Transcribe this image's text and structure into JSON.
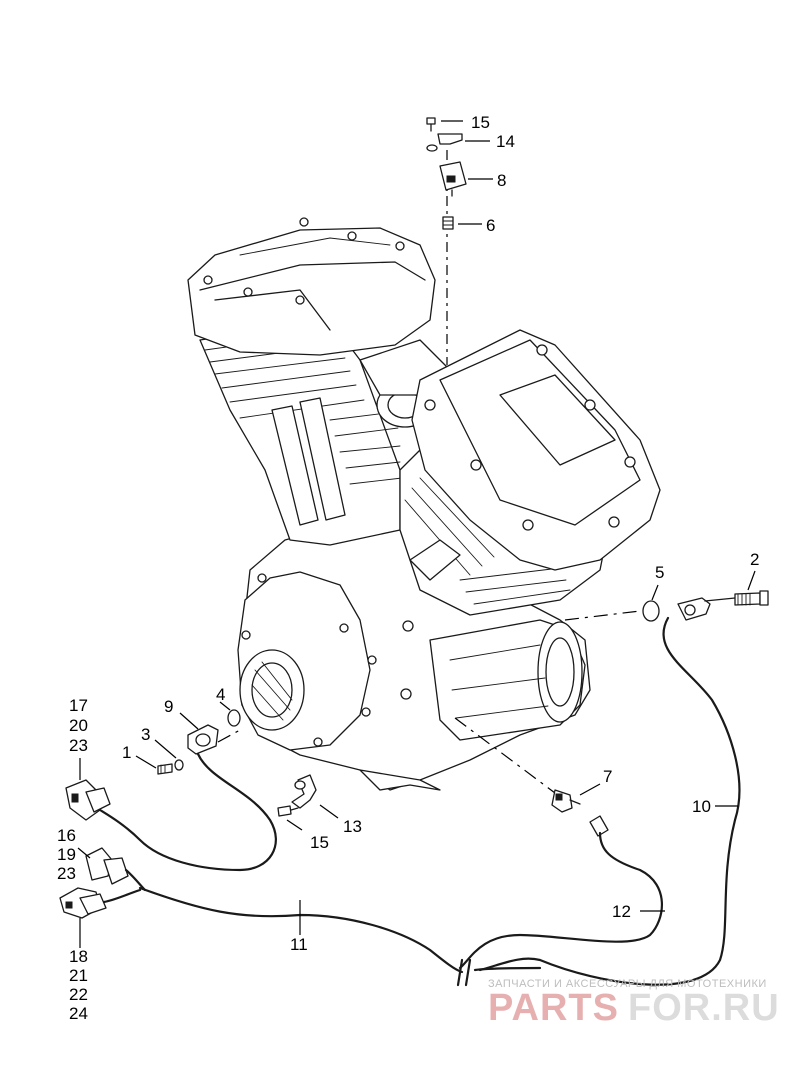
{
  "callouts": {
    "c2": "2",
    "c5": "5",
    "c6": "6",
    "c7": "7",
    "c8": "8",
    "c10": "10",
    "c12": "12",
    "c14": "14",
    "c15_top": "15",
    "c15_bottom": "15",
    "c13": "13",
    "c11": "11",
    "c4": "4",
    "c9": "9",
    "c3": "3",
    "c1": "1",
    "group_17_20_23": [
      "17",
      "20",
      "23"
    ],
    "group_16_19_23": [
      "16",
      "19",
      "23"
    ],
    "group_18_21_22_24": [
      "18",
      "21",
      "22",
      "24"
    ]
  },
  "watermark": {
    "text": "ЗАПЧАСТИ И АКСЕССУАРЫ ДЛЯ МОТОТЕХНИКИ",
    "logo_part1": "PARTS",
    "logo_part2": "FOR.RU"
  },
  "colors": {
    "line": "#1a1a1a",
    "watermark_red": "#e7b0b0",
    "watermark_gray": "#dcdcdc"
  }
}
